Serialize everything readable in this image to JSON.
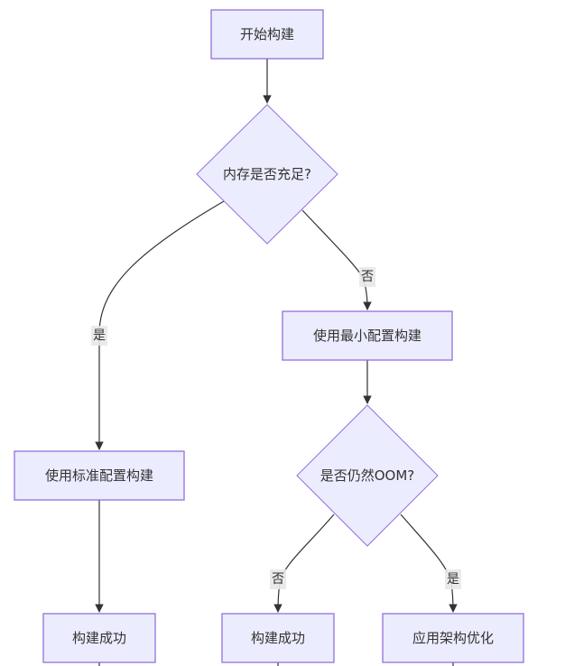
{
  "diagram": {
    "type": "flowchart",
    "direction": "top-down",
    "colors": {
      "node_fill": "#ececff",
      "node_border": "#9370db",
      "edge": "#333333",
      "text": "#333333",
      "edge_label_bg": "#e8e8e8"
    },
    "nodes": {
      "start": {
        "shape": "rect",
        "label": "开始构建"
      },
      "memory_check": {
        "shape": "diamond",
        "label": "内存是否充足?"
      },
      "min_config": {
        "shape": "rect",
        "label": "使用最小配置构建"
      },
      "std_config": {
        "shape": "rect",
        "label": "使用标准配置构建"
      },
      "oom_check": {
        "shape": "diamond",
        "label": "是否仍然OOM?"
      },
      "success_std": {
        "shape": "rect",
        "label": "构建成功"
      },
      "success_min": {
        "shape": "rect",
        "label": "构建成功"
      },
      "arch_opt": {
        "shape": "rect",
        "label": "应用架构优化"
      }
    },
    "edges": [
      {
        "from": "start",
        "to": "memory_check",
        "label": ""
      },
      {
        "from": "memory_check",
        "to": "std_config",
        "label": "是"
      },
      {
        "from": "memory_check",
        "to": "min_config",
        "label": "否"
      },
      {
        "from": "min_config",
        "to": "oom_check",
        "label": ""
      },
      {
        "from": "std_config",
        "to": "success_std",
        "label": ""
      },
      {
        "from": "oom_check",
        "to": "success_min",
        "label": "否"
      },
      {
        "from": "oom_check",
        "to": "arch_opt",
        "label": "是"
      }
    ]
  }
}
